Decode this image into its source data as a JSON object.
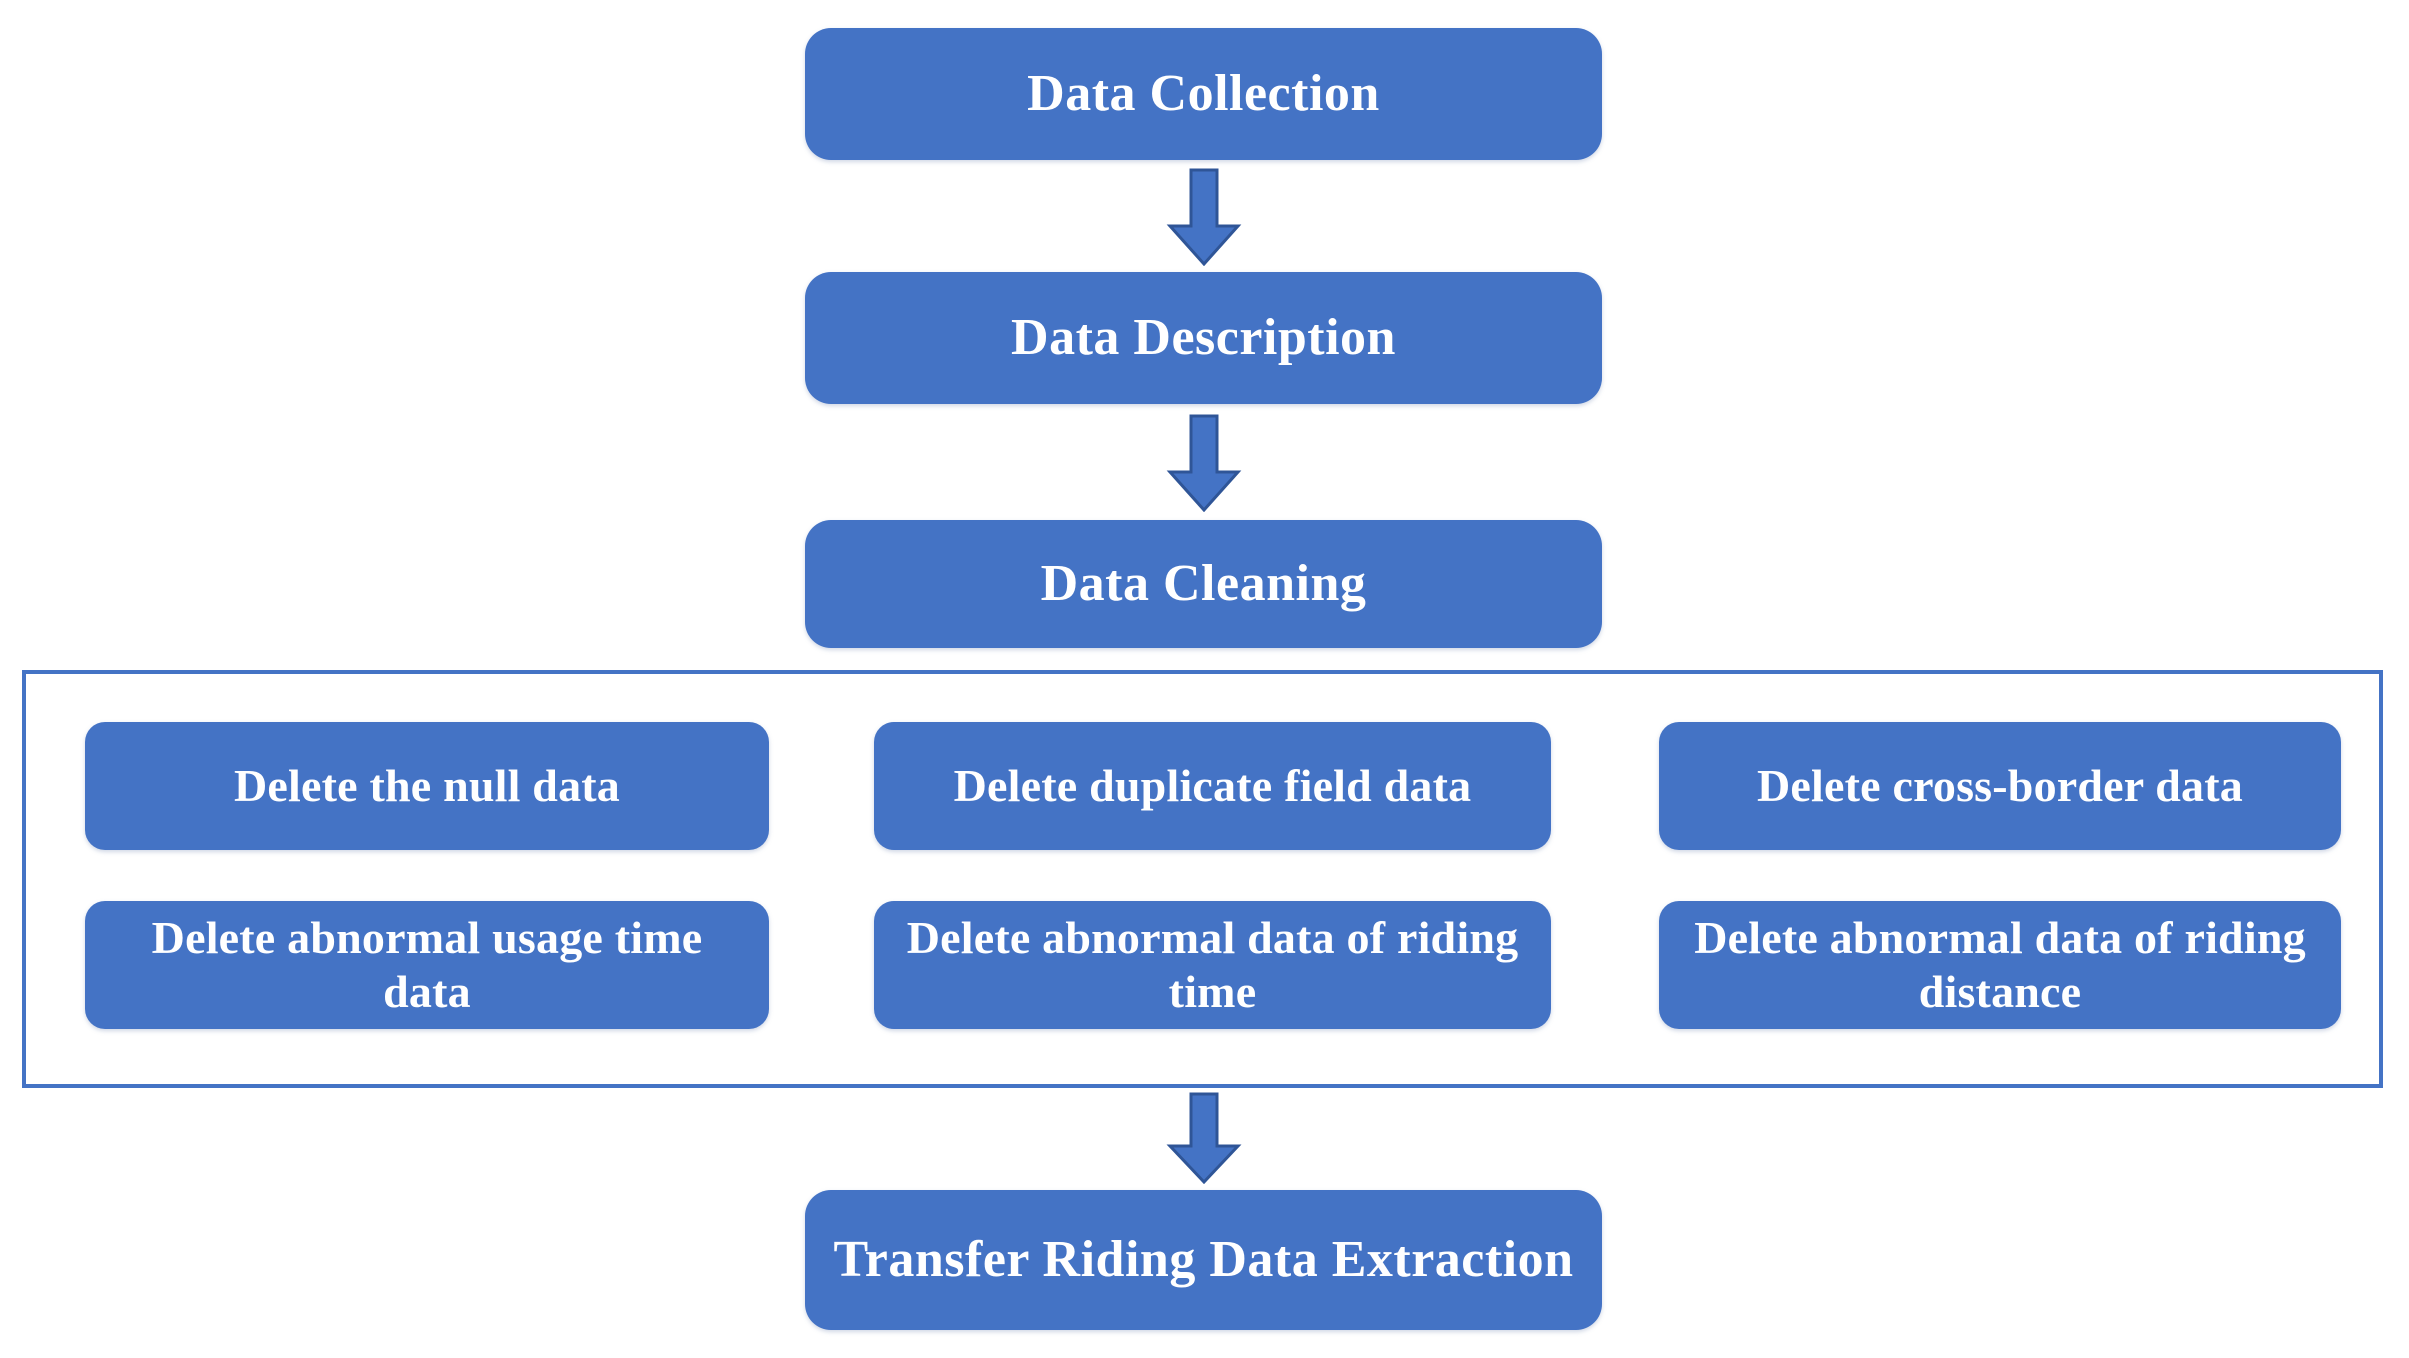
{
  "diagram": {
    "title": "Data processing flowchart",
    "accent_color": "#4473C5",
    "arrow_fill": "#4473C5",
    "arrow_stroke": "#2F5597",
    "background": "#FFFFFF",
    "text_color": "#FFFFFF"
  },
  "nodes": {
    "data_collection": "Data Collection",
    "data_description": "Data Description",
    "data_cleaning": "Data Cleaning",
    "transfer_riding": "Transfer Riding Data Extraction"
  },
  "cleaning_steps": [
    {
      "label": "Delete the null data"
    },
    {
      "label": "Delete duplicate field data"
    },
    {
      "label": "Delete cross-border data"
    },
    {
      "label": "Delete abnormal usage time data"
    },
    {
      "label": "Delete abnormal data of riding time"
    },
    {
      "label": "Delete abnormal data of riding distance"
    }
  ],
  "arrows": [
    {
      "name": "data-collection-to-data-description",
      "direction": "down"
    },
    {
      "name": "data-description-to-data-cleaning",
      "direction": "down"
    },
    {
      "name": "cleaning-group-to-transfer-riding",
      "direction": "down"
    }
  ],
  "chart_data": {
    "type": "table",
    "title": "Data processing flowchart",
    "categories": [
      "Data Collection",
      "Data Description",
      "Data Cleaning",
      "Transfer Riding Data Extraction"
    ],
    "values": [
      1,
      2,
      3,
      4
    ]
  }
}
